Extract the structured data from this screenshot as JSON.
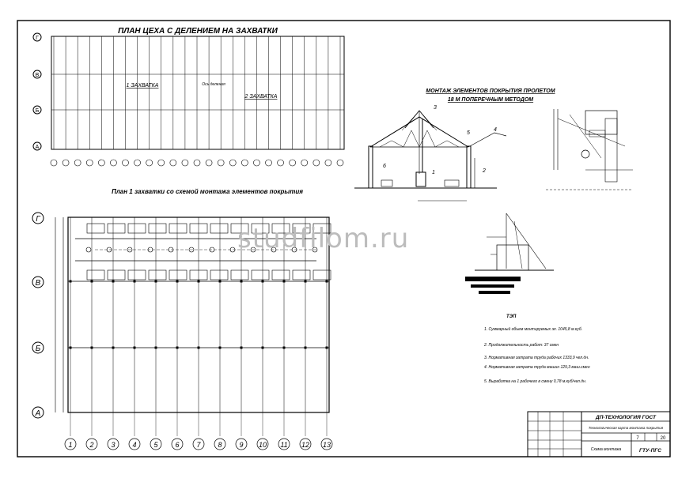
{
  "plan_top": {
    "title": "ПЛАН ЦЕХА С ДЕЛЕНИЕМ НА ЗАХВАТКИ",
    "row_axes": [
      "Г",
      "В",
      "Б",
      "А"
    ],
    "zone1": "1 ЗАХВАТКА",
    "zone2": "2 ЗАХВАТКА",
    "mid_label": "Ось деления",
    "col_count": 25
  },
  "plan_bottom": {
    "title": "План 1 захватки со схемой монтажа элементов покрытия",
    "row_axes": [
      "Г",
      "В",
      "Б",
      "А"
    ],
    "col_axes": [
      "1",
      "2",
      "3",
      "4",
      "5",
      "6",
      "7",
      "8",
      "9",
      "10",
      "11",
      "12",
      "13"
    ]
  },
  "section": {
    "title_line1": "МОНТАЖ ЭЛЕМЕНТОВ ПОКРЫТИЯ ПРОЛЕТОМ",
    "title_line2": "18 М ПОПЕРЕЧНЫМ МЕТОДОМ",
    "labels": [
      "1",
      "2",
      "3",
      "4",
      "5",
      "6"
    ]
  },
  "notes": {
    "heading": "ТЭП",
    "items": [
      "1. Суммарный объем монтируемых эл. 1045,8 м.куб.",
      "2. Продолжительность работ: 37 смен",
      "3. Нормативная затрата труда рабочих 1333,9 чел.дн.",
      "4. Нормативная затрата труда машин 129,3 маш.смен",
      "5. Выработка на 1 рабочего в смену 0,78 м.куб/чел.дн."
    ]
  },
  "title_block": {
    "code": "ДП-ТЕХНОЛОГИЯ ГОСТ",
    "description": "Технологическая карта монтажа покрытия",
    "sheet": "7",
    "sheets": "20",
    "drawing": "Схема монтажа",
    "org": "ГТУ-ПГС"
  },
  "watermark": "studfilom.ru"
}
